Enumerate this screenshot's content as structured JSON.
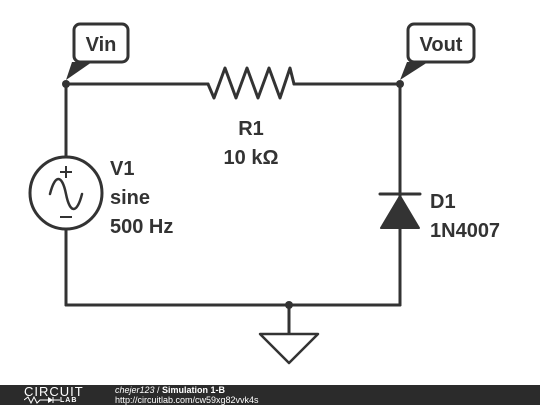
{
  "schematic": {
    "nodes": {
      "vin": "Vin",
      "vout": "Vout"
    },
    "resistor": {
      "ref": "R1",
      "value": "10 kΩ"
    },
    "source": {
      "ref": "V1",
      "type": "sine",
      "frequency": "500 Hz"
    },
    "diode": {
      "ref": "D1",
      "part": "1N4007"
    },
    "colors": {
      "wire": "#333333",
      "label_fill": "#ffffff"
    }
  },
  "footer": {
    "logo_top": "CIRCUIT",
    "logo_bottom": "LAB",
    "user": "chejer123",
    "separator": " / ",
    "title": "Simulation 1-B",
    "url": "http://circuitlab.com/cw59xg82vvk4s"
  }
}
